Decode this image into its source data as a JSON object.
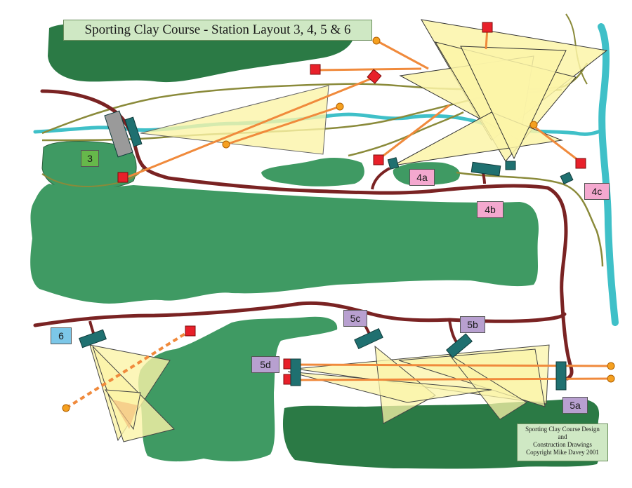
{
  "title": "Sporting Clay Course - Station Layout  3, 4, 5 & 6",
  "colors": {
    "woods": "#3f9a63",
    "woods_dark": "#2b7a45",
    "path": "#7a2323",
    "stream": "#3fc0c8",
    "trail": "#8a8a3a",
    "flight_line": "#f08a3c",
    "shot_zone": "#fbf4a8",
    "trap_house": "#e8202a",
    "shooting_stand": "#1f7070",
    "label_green": "#66b84a",
    "label_pink": "#f4a8cf",
    "label_purple": "#b8a0d0",
    "label_blue": "#7cc7e8",
    "title_bg": "#cfe8c4"
  },
  "stations": {
    "s3": "3",
    "s4a": "4a",
    "s4b": "4b",
    "s4c": "4c",
    "s5a": "5a",
    "s5b": "5b",
    "s5c": "5c",
    "s5d": "5d",
    "s6": "6"
  },
  "credit": {
    "line1": "Sporting Clay Course Design",
    "line2": "and",
    "line3": "Construction Drawings",
    "line4": "Copyright  Mike Davey 2001"
  }
}
